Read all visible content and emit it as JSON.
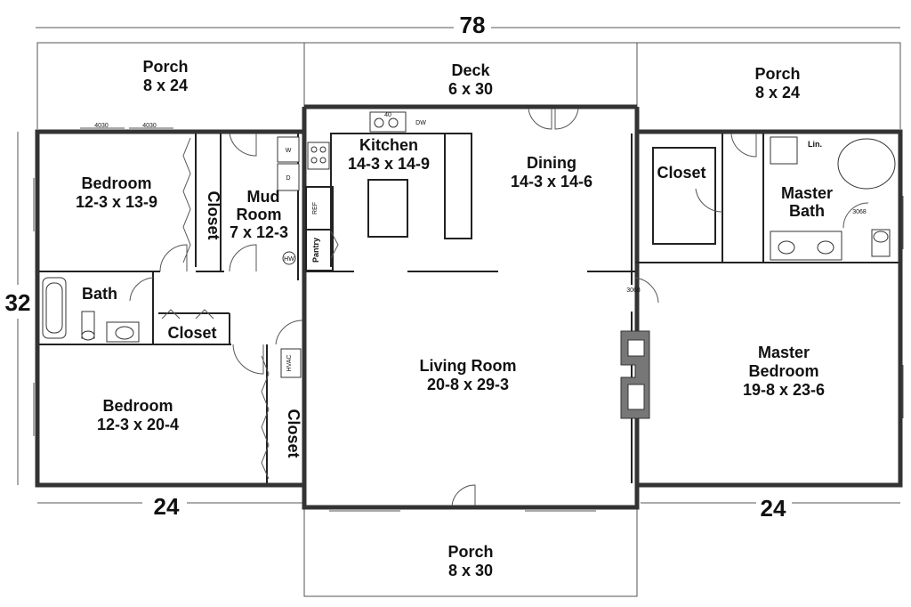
{
  "overall": {
    "width": "78",
    "depth": "32",
    "left_wing": "24",
    "right_wing": "24"
  },
  "rooms": {
    "porch_left": {
      "name": "Porch",
      "size": "8 x 24"
    },
    "deck": {
      "name": "Deck",
      "size": "6 x 30"
    },
    "porch_right": {
      "name": "Porch",
      "size": "8 x 24"
    },
    "bedroom_top": {
      "name": "Bedroom",
      "size": "12-3 x 13-9"
    },
    "closet_top": {
      "name": "Closet"
    },
    "mud_room": {
      "name1": "Mud",
      "name2": "Room",
      "size": "7 x 12-3"
    },
    "kitchen": {
      "name": "Kitchen",
      "size": "14-3 x 14-9"
    },
    "dining": {
      "name": "Dining",
      "size": "14-3 x 14-6"
    },
    "closet_master": {
      "name": "Closet"
    },
    "master_bath": {
      "name1": "Master",
      "name2": "Bath"
    },
    "bath": {
      "name": "Bath"
    },
    "closet_hall": {
      "name": "Closet"
    },
    "living_room": {
      "name": "Living Room",
      "size": "20-8 x 29-3"
    },
    "master_bedroom": {
      "name1": "Master",
      "name2": "Bedroom",
      "size": "19-8 x 23-6"
    },
    "bedroom_bottom": {
      "name": "Bedroom",
      "size": "12-3 x 20-4"
    },
    "closet_bottom": {
      "name": "Closet"
    },
    "porch_bottom": {
      "name": "Porch",
      "size": "8 x 30"
    }
  },
  "fixtures": {
    "dw": "DW",
    "washer": "W",
    "dryer": "D",
    "ref": "REF",
    "pantry": "Pantry",
    "hw": "HW",
    "hvac": "HVAC",
    "linen": "Lin.",
    "win_bed1": "4030",
    "win_bed2": "4030",
    "door_living": "3068",
    "door_bath": "3068",
    "win_sink": "40"
  }
}
